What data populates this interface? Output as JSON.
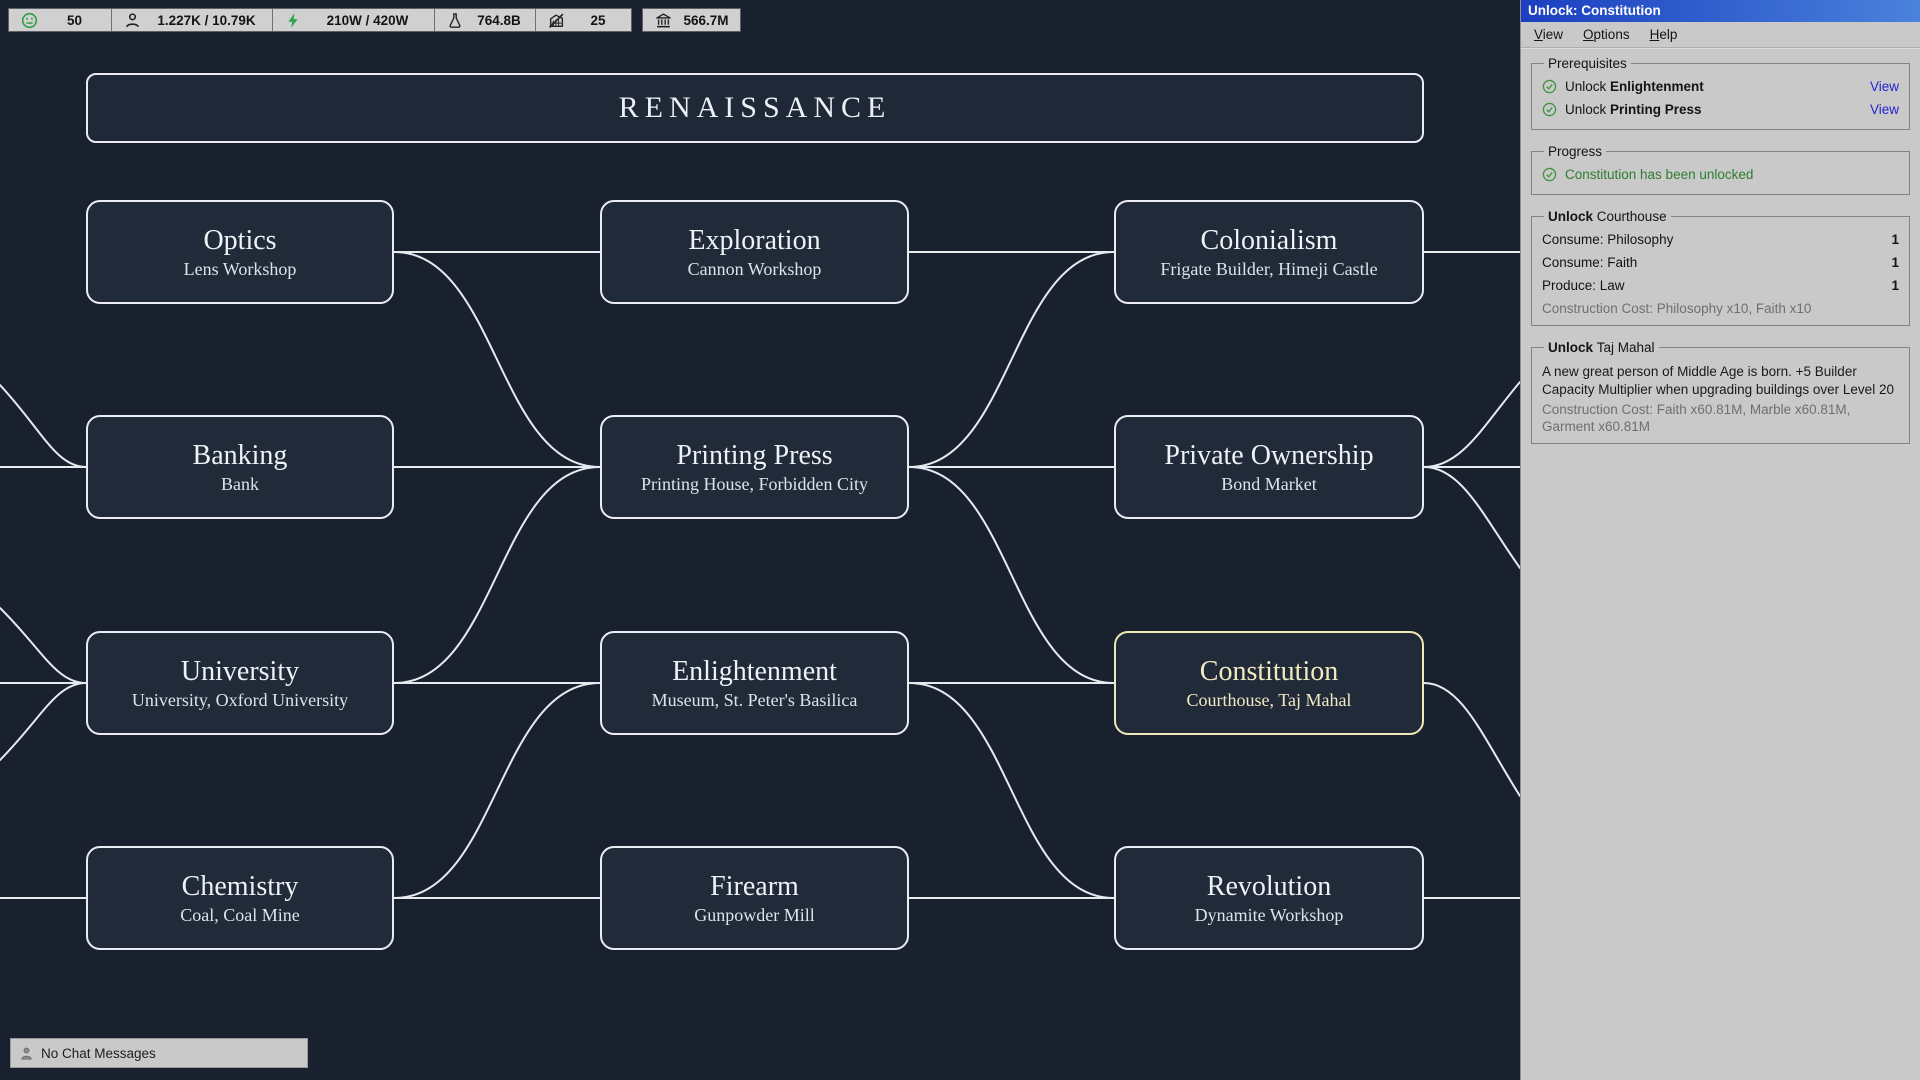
{
  "top_bar": {
    "segments": [
      {
        "icon": "smiley-icon",
        "value": "50"
      },
      {
        "icon": "person-icon",
        "value": "1.227K / 10.79K"
      },
      {
        "icon": "lightning-icon",
        "value": "210W / 420W"
      },
      {
        "icon": "flask-icon",
        "value": "764.8B"
      },
      {
        "icon": "no-build-icon",
        "value": "25"
      },
      {
        "icon": "bank-icon",
        "value": "566.7M"
      }
    ]
  },
  "era": {
    "title": "RENAISSANCE"
  },
  "tree": {
    "nodes": [
      {
        "id": "optics",
        "title": "Optics",
        "subtitle": "Lens Workshop",
        "col": 0,
        "row": 0,
        "highlight": false
      },
      {
        "id": "exploration",
        "title": "Exploration",
        "subtitle": "Cannon Workshop",
        "col": 1,
        "row": 0,
        "highlight": false
      },
      {
        "id": "colonialism",
        "title": "Colonialism",
        "subtitle": "Frigate Builder, Himeji Castle",
        "col": 2,
        "row": 0,
        "highlight": false
      },
      {
        "id": "banking",
        "title": "Banking",
        "subtitle": "Bank",
        "col": 0,
        "row": 1,
        "highlight": false
      },
      {
        "id": "printing-press",
        "title": "Printing Press",
        "subtitle": "Printing House, Forbidden City",
        "col": 1,
        "row": 1,
        "highlight": false
      },
      {
        "id": "private-ownership",
        "title": "Private Ownership",
        "subtitle": "Bond Market",
        "col": 2,
        "row": 1,
        "highlight": false
      },
      {
        "id": "university",
        "title": "University",
        "subtitle": "University, Oxford University",
        "col": 0,
        "row": 2,
        "highlight": false
      },
      {
        "id": "enlightenment",
        "title": "Enlightenment",
        "subtitle": "Museum, St. Peter's Basilica",
        "col": 1,
        "row": 2,
        "highlight": false
      },
      {
        "id": "constitution",
        "title": "Constitution",
        "subtitle": "Courthouse, Taj Mahal",
        "col": 2,
        "row": 2,
        "highlight": true
      },
      {
        "id": "chemistry",
        "title": "Chemistry",
        "subtitle": "Coal, Coal Mine",
        "col": 0,
        "row": 3,
        "highlight": false
      },
      {
        "id": "firearm",
        "title": "Firearm",
        "subtitle": "Gunpowder Mill",
        "col": 1,
        "row": 3,
        "highlight": false
      },
      {
        "id": "revolution",
        "title": "Revolution",
        "subtitle": "Dynamite Workshop",
        "col": 2,
        "row": 3,
        "highlight": false
      }
    ],
    "edges": [
      {
        "from": "optics",
        "to": "exploration"
      },
      {
        "from": "optics",
        "to": "printing-press"
      },
      {
        "from": "banking",
        "to": "printing-press"
      },
      {
        "from": "university",
        "to": "printing-press"
      },
      {
        "from": "university",
        "to": "enlightenment"
      },
      {
        "from": "chemistry",
        "to": "enlightenment"
      },
      {
        "from": "chemistry",
        "to": "firearm"
      },
      {
        "from": "exploration",
        "to": "colonialism"
      },
      {
        "from": "printing-press",
        "to": "colonialism"
      },
      {
        "from": "printing-press",
        "to": "private-ownership"
      },
      {
        "from": "printing-press",
        "to": "constitution"
      },
      {
        "from": "enlightenment",
        "to": "constitution"
      },
      {
        "from": "enlightenment",
        "to": "revolution"
      },
      {
        "from": "firearm",
        "to": "revolution"
      }
    ]
  },
  "panel": {
    "title": "Unlock: Constitution",
    "menu": [
      "View",
      "Options",
      "Help"
    ],
    "prerequisites": {
      "legend": "Prerequisites",
      "items": [
        {
          "prefix": "Unlock",
          "name": "Enlightenment",
          "action": "View"
        },
        {
          "prefix": "Unlock",
          "name": "Printing Press",
          "action": "View"
        }
      ]
    },
    "progress": {
      "legend": "Progress",
      "message": "Constitution has been unlocked"
    },
    "unlock_sections": [
      {
        "legend_bold": "Unlock",
        "legend_rest": "Courthouse",
        "rows": [
          {
            "label": "Consume: Philosophy",
            "value": "1"
          },
          {
            "label": "Consume: Faith",
            "value": "1"
          },
          {
            "label": "Produce: Law",
            "value": "1"
          }
        ],
        "cost": "Construction Cost: Philosophy x10, Faith x10"
      },
      {
        "legend_bold": "Unlock",
        "legend_rest": "Taj Mahal",
        "description": "A new great person of Middle Age is born. +5 Builder Capacity Multiplier when upgrading buildings over Level 20",
        "cost": "Construction Cost: Faith x60.81M, Marble x60.81M, Garment x60.81M"
      }
    ]
  },
  "chat": {
    "label": "No Chat Messages"
  },
  "colors": {
    "accent_highlight": "#eee7b6",
    "edge": "#e7ebf0",
    "panel_title_gradient_left": "#1b3fc0",
    "panel_title_gradient_right": "#4a82dc",
    "success_green": "#2e7d32",
    "link_blue": "#2424d0"
  }
}
